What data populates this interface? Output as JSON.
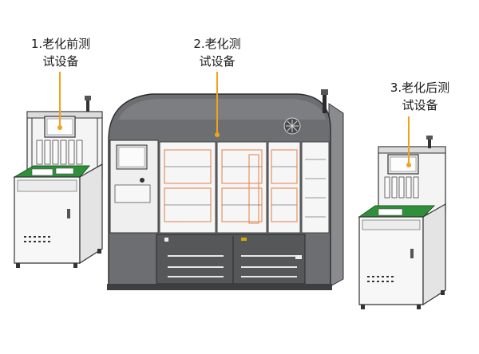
{
  "callouts": [
    {
      "line1": "1.老化前测",
      "line2": "试设备"
    },
    {
      "line1": "2.老化测",
      "line2": "试设备"
    },
    {
      "line1": "3.老化后测",
      "line2": "试设备"
    }
  ],
  "colors": {
    "callout_line": "#f0a21a",
    "chamber_gray": "#6d6e71",
    "station_green": "#2f8f3a",
    "panel_light": "#efefef"
  }
}
